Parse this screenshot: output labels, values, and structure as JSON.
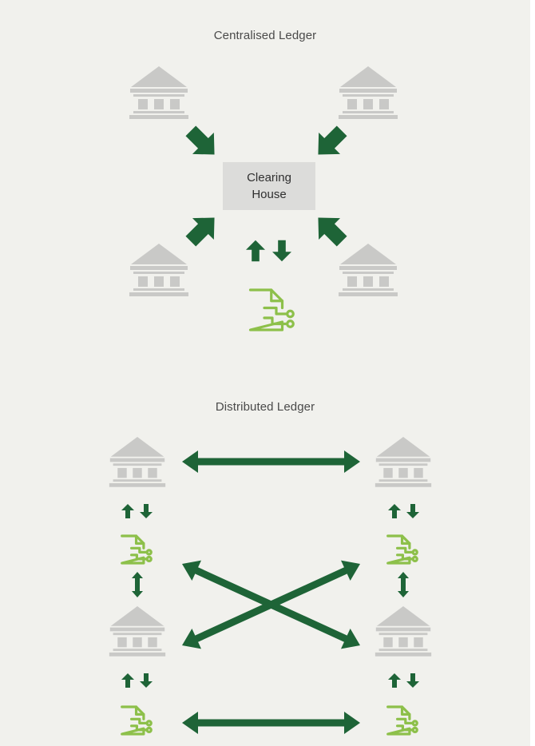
{
  "diagram": {
    "centralised": {
      "title": "Centralised Ledger",
      "hub_label": "Clearing House"
    },
    "distributed": {
      "title": "Distributed Ledger"
    },
    "colors": {
      "background": "#f1f1ed",
      "bank": "#c9c9c7",
      "arrow": "#1e6437",
      "document": "#8dc04a",
      "hub": "#dcdcda"
    },
    "icons": [
      "bank-icon",
      "ledger-document-icon",
      "arrow-icon"
    ]
  }
}
